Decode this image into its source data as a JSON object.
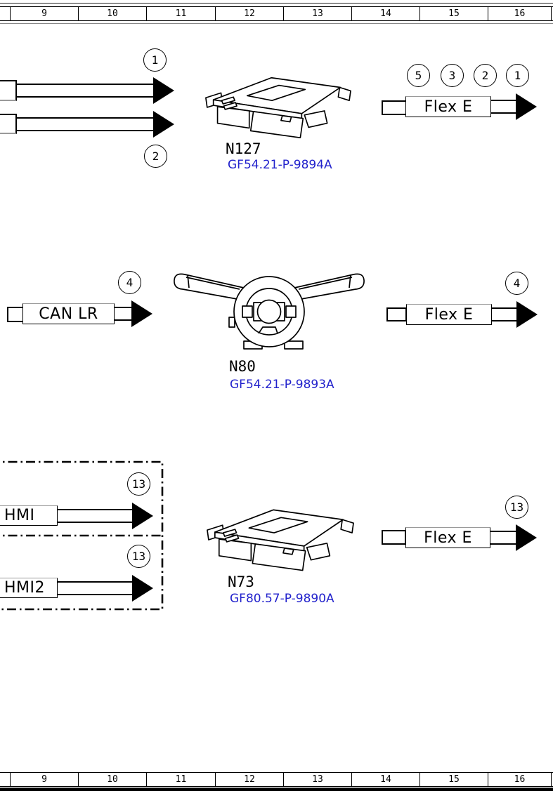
{
  "ruler": {
    "cells": [
      "9",
      "10",
      "11",
      "12",
      "13",
      "14",
      "15",
      "16"
    ]
  },
  "sections": [
    {
      "module": {
        "name": "N127",
        "doc_code": "GF54.21-P-9894A",
        "drawing": "control-unit"
      },
      "wires_left": [
        {
          "callout": "1"
        },
        {
          "callout": "2"
        }
      ],
      "wire_right": {
        "label": "Flex E",
        "callouts": [
          "5",
          "3",
          "2",
          "1"
        ]
      }
    },
    {
      "module": {
        "name": "N80",
        "doc_code": "GF54.21-P-9893A",
        "drawing": "steering-column-module"
      },
      "wire_left": {
        "label": "CAN LR",
        "callout": "4"
      },
      "wire_right": {
        "label": "Flex E",
        "callouts": [
          "4"
        ]
      }
    },
    {
      "module": {
        "name": "N73",
        "doc_code": "GF80.57-P-9890A",
        "drawing": "control-unit"
      },
      "wires_left": [
        {
          "label": "HMI",
          "callout": "13"
        },
        {
          "label": "HMI2",
          "callout": "13"
        }
      ],
      "wire_right": {
        "label": "Flex E",
        "callouts": [
          "13"
        ]
      }
    }
  ],
  "colors": {
    "doc_link": "#2222cc",
    "shade": "#9a9a9a",
    "line": "#000000"
  }
}
